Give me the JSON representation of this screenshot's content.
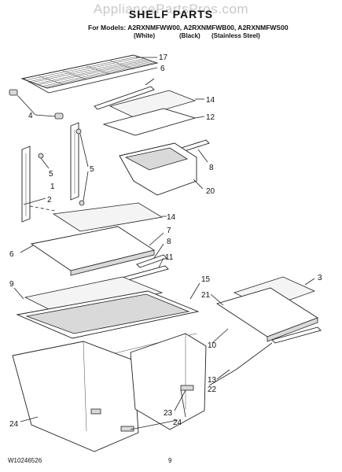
{
  "watermark": "AppliancePartsPros.com",
  "title": "SHELF PARTS",
  "models_line": "For Models: A2RXNMFWW00, A2RXNMFWB00, A2RXNMFWS00",
  "variants": [
    "(White)",
    "(Black)",
    "(Stainless Steel)"
  ],
  "callouts": {
    "c17": "17",
    "c6a": "6",
    "c14a": "14",
    "c12": "12",
    "c8a": "8",
    "c20": "20",
    "c4": "4",
    "c5a": "5",
    "c5b": "5",
    "c1": "1",
    "c2": "2",
    "c14b": "14",
    "c7": "7",
    "c8b": "8",
    "c6b": "6",
    "c11": "11",
    "c9": "9",
    "c15": "15",
    "c3": "3",
    "c21": "21",
    "c10": "10",
    "c13": "13",
    "c22": "22",
    "c23": "23",
    "c24a": "24",
    "c24b": "24"
  },
  "footer": {
    "code": "W10246526",
    "page": "9"
  }
}
